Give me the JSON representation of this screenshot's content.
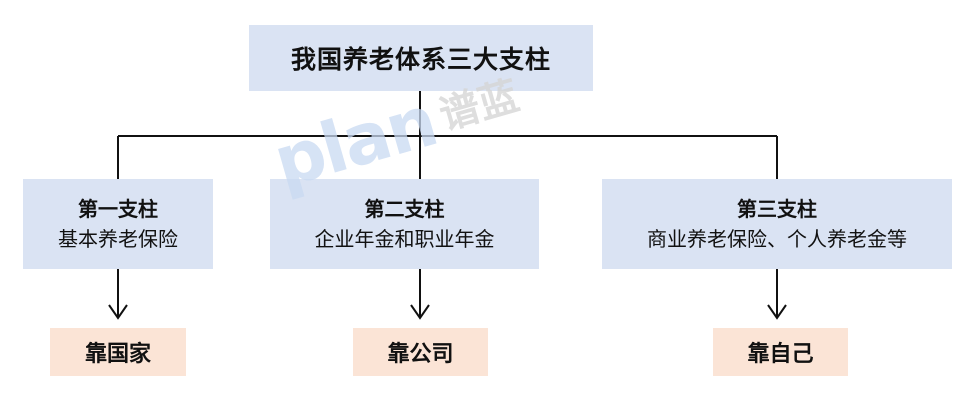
{
  "title": "我国养老体系三大支柱",
  "pillars": [
    {
      "title": "第一支柱",
      "description": "基本养老保险",
      "source": "靠国家"
    },
    {
      "title": "第二支柱",
      "description": "企业年金和职业年金",
      "source": "靠公司"
    },
    {
      "title": "第三支柱",
      "description": "商业养老保险、个人养老金等",
      "source": "靠自己"
    }
  ],
  "watermark": {
    "logo": "plan",
    "text": "谱蓝"
  },
  "colors": {
    "pillar_fill": "#dae3f3",
    "result_fill": "#fbe4d6",
    "line": "#111111"
  }
}
